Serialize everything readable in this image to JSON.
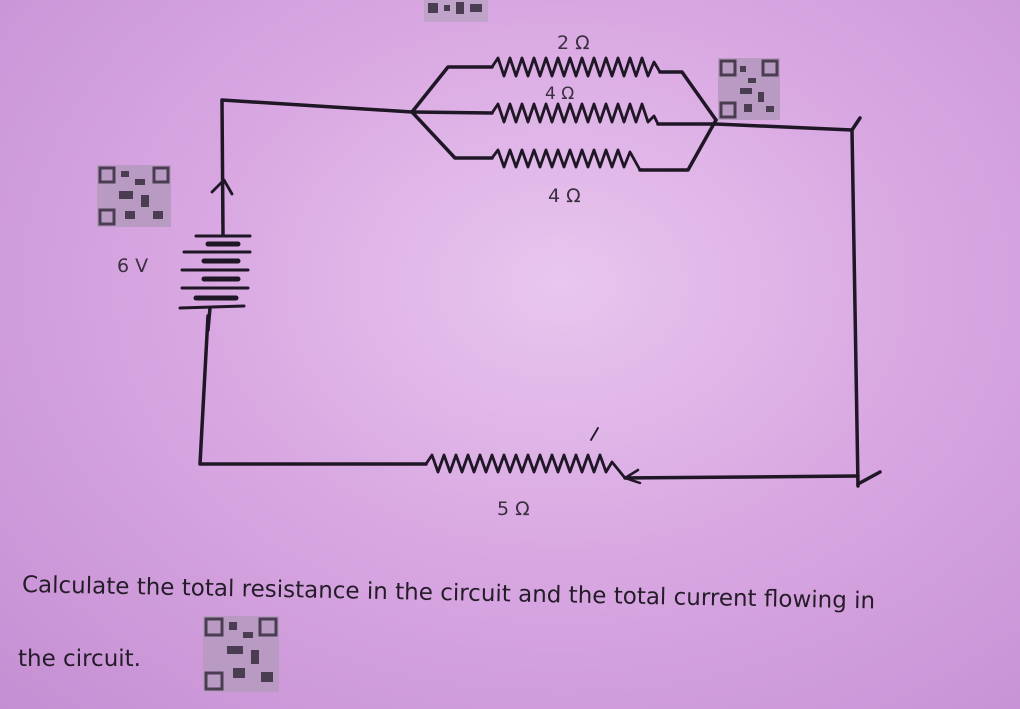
{
  "diagram": {
    "labels": {
      "r_top": "2 Ω",
      "r_mid": "4 Ω",
      "r_bottom_parallel": "4 Ω",
      "battery": "6 V",
      "r_series": "5 Ω"
    }
  },
  "question": {
    "line1": "Calculate the total resistance in the circuit and the total current flowing in",
    "line2": "the circuit."
  },
  "colors": {
    "paper": "#d9a8e2",
    "ink": "#1f1626"
  }
}
